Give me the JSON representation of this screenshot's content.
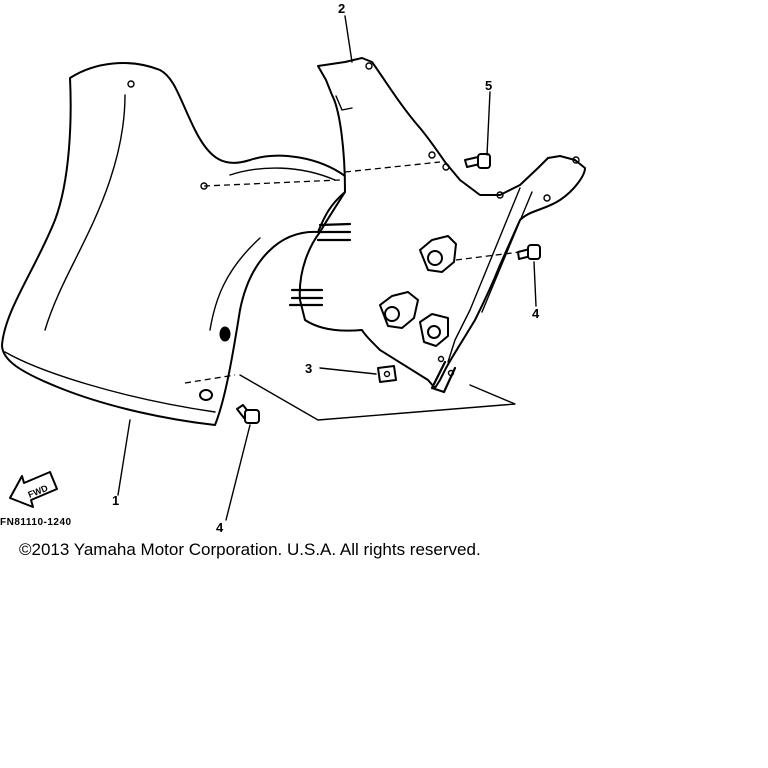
{
  "diagram": {
    "callouts": {
      "part1": "1",
      "part2": "2",
      "part3": "3",
      "part4a": "4",
      "part4b": "4",
      "part5": "5"
    },
    "fwd_label": "FWD",
    "drawing_code": "FN81110-1240"
  },
  "copyright": "©2013 Yamaha Motor Corporation. U.S.A. All rights reserved."
}
